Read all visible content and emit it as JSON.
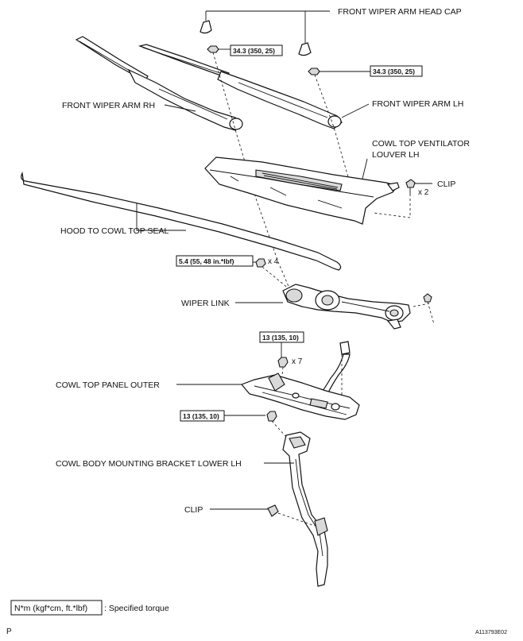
{
  "labels": {
    "head_cap": "FRONT WIPER ARM HEAD CAP",
    "arm_rh": "FRONT WIPER ARM RH",
    "arm_lh": "FRONT WIPER ARM LH",
    "louver_line1": "COWL TOP VENTILATOR",
    "louver_line2": "LOUVER LH",
    "clip_top": "CLIP",
    "clip_top_qty": "x 2",
    "hood_seal": "HOOD TO COWL TOP SEAL",
    "wiper_link": "WIPER LINK",
    "cowl_panel": "COWL TOP PANEL OUTER",
    "bracket": "COWL BODY MOUNTING BRACKET LOWER LH",
    "clip_bottom": "CLIP"
  },
  "torques": {
    "arm_rh_nut": "34.3 (350, 25)",
    "arm_lh_nut": "34.3 (350, 25)",
    "link_bolt": "5.4 (55, 48 in.*lbf)",
    "link_bolt_qty": "x 4",
    "panel_bolt": "13 (135, 10)",
    "panel_bolt_qty": "x 7",
    "bracket_bolt": "13 (135, 10)"
  },
  "legend": {
    "unit_box": "N*m (kgf*cm, ft.*lbf)",
    "unit_text": ": Specified torque"
  },
  "footer": {
    "left_mark": "P",
    "figure_id": "A113793E02"
  }
}
